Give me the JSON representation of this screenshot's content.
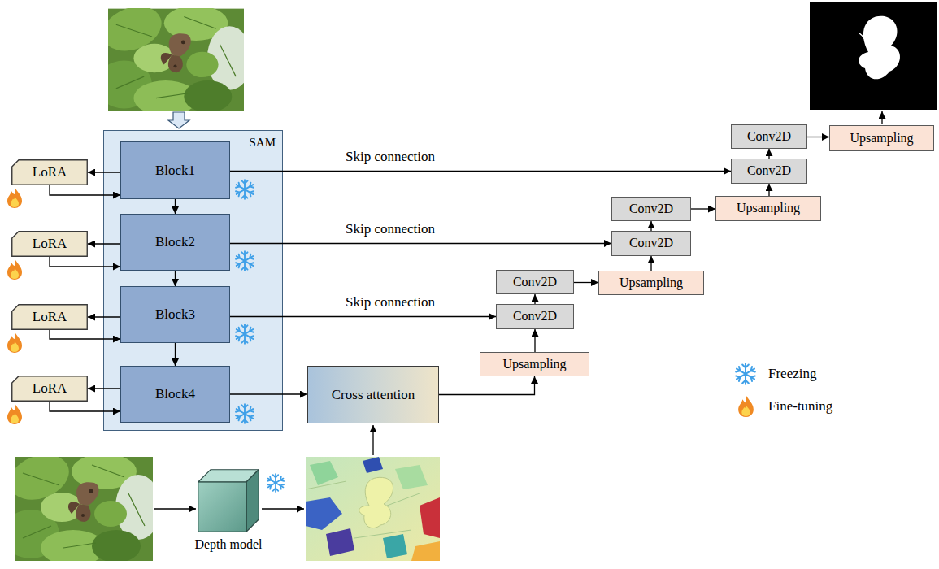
{
  "diagram": {
    "nodes": [
      {
        "text": [
          "SAM"
        ]
      },
      {
        "text": [
          "Block1"
        ],
        "in": 0
      },
      {
        "text": [
          "Block2"
        ],
        "in": 0
      },
      {
        "text": [
          "Block3"
        ],
        "in": 0
      },
      {
        "text": [
          "Block4"
        ],
        "in": 0
      },
      {
        "text": [
          "LoRA"
        ]
      },
      {
        "text": [
          "LoRA"
        ]
      },
      {
        "text": [
          "LoRA"
        ]
      },
      {
        "text": [
          "LoRA"
        ]
      },
      {
        "text": [
          "Cross attention"
        ]
      },
      {
        "text": [
          "Depth model"
        ]
      },
      {
        "text": [
          "Upsampling"
        ]
      },
      {
        "text": [
          "Conv2D"
        ]
      },
      {
        "text": [
          "Conv2D"
        ]
      },
      {
        "text": [
          "Upsampling"
        ]
      },
      {
        "text": [
          "Conv2D"
        ]
      },
      {
        "text": [
          "Conv2D"
        ]
      },
      {
        "text": [
          "Upsampling"
        ]
      },
      {
        "text": [
          "Conv2D"
        ]
      },
      {
        "text": [
          "Conv2D"
        ]
      },
      {
        "text": [
          "Upsampling"
        ]
      }
    ],
    "edges": [
      {
        "from": 1,
        "to": 2,
        "arrow": "to"
      },
      {
        "from": 2,
        "to": 3,
        "arrow": "to"
      },
      {
        "from": 3,
        "to": 4,
        "arrow": "to"
      },
      {
        "from": 1,
        "to": 5,
        "arrow": "to"
      },
      {
        "from": 5,
        "to": 1,
        "arrow": "to"
      },
      {
        "from": 2,
        "to": 6,
        "arrow": "to"
      },
      {
        "from": 6,
        "to": 2,
        "arrow": "to"
      },
      {
        "from": 3,
        "to": 7,
        "arrow": "to"
      },
      {
        "from": 7,
        "to": 3,
        "arrow": "to"
      },
      {
        "from": 4,
        "to": 8,
        "arrow": "to"
      },
      {
        "from": 8,
        "to": 4,
        "arrow": "to"
      },
      {
        "from": 1,
        "to": 18,
        "label": "Skip connection",
        "arrow": "to"
      },
      {
        "from": 2,
        "to": 15,
        "label": "Skip connection",
        "arrow": "to"
      },
      {
        "from": 3,
        "to": 12,
        "label": "Skip connection",
        "arrow": "to"
      },
      {
        "from": 4,
        "to": 9,
        "arrow": "to"
      },
      {
        "from": 9,
        "to": 11,
        "arrow": "to"
      },
      {
        "from": 11,
        "to": 12,
        "arrow": "to"
      },
      {
        "from": 12,
        "to": 13,
        "arrow": "to"
      },
      {
        "from": 13,
        "to": 14,
        "arrow": "to"
      },
      {
        "from": 14,
        "to": 15,
        "arrow": "to"
      },
      {
        "from": 15,
        "to": 16,
        "arrow": "to"
      },
      {
        "from": 16,
        "to": 17,
        "arrow": "to"
      },
      {
        "from": 17,
        "to": 18,
        "arrow": "to"
      },
      {
        "from": 18,
        "to": 19,
        "arrow": "to"
      },
      {
        "from": 19,
        "to": 20,
        "arrow": "to"
      }
    ],
    "legend": [
      {
        "text": "Freezing"
      },
      {
        "text": "Fine-tuning"
      }
    ]
  }
}
